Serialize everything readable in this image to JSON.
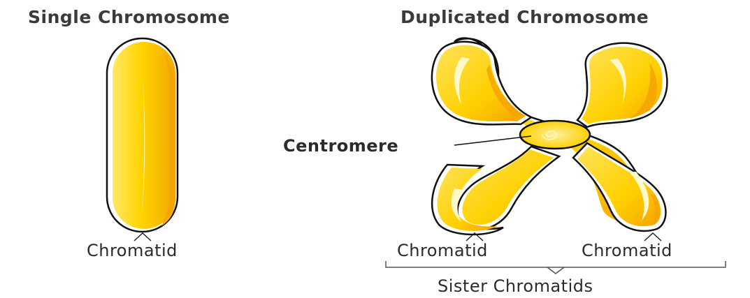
{
  "titles": {
    "single": "Single Chromosome",
    "duplicated": "Duplicated Chromosome"
  },
  "labels": {
    "chromatid_single": "Chromatid",
    "centromere": "Centromere",
    "chromatid_left": "Chromatid",
    "chromatid_right": "Chromatid",
    "sister_chromatids": "Sister Chromatids"
  },
  "colors": {
    "fill": "#FFD400",
    "shade": "#F5A300",
    "highlight": "#FFF6A8",
    "outline": "#111111",
    "text": "#2b2b2b"
  }
}
